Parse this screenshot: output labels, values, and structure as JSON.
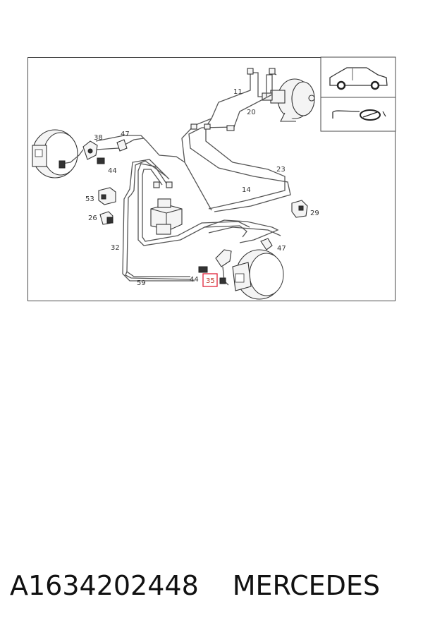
{
  "callouts": {
    "c11": "11",
    "c20": "20",
    "c38": "38",
    "c47a": "47",
    "c44a": "44",
    "c23": "23",
    "c14": "14",
    "c53": "53",
    "c26": "26",
    "c29": "29",
    "c32": "32",
    "c47b": "47",
    "c44b": "44",
    "c35": "35",
    "c59": "59"
  },
  "highlight": {
    "part_number": "35",
    "color": "#e0223a"
  },
  "footer": {
    "part_code": "A1634202448",
    "brand": "MERCEDES"
  },
  "icons": {
    "vehicle": "car-silhouette-icon",
    "section": "brake-hose-icon"
  }
}
